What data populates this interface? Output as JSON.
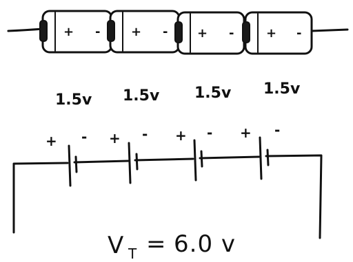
{
  "cells": [
    {
      "plus": "+",
      "minus": "-",
      "voltage": "1.5v"
    },
    {
      "plus": "+",
      "minus": "-",
      "voltage": "1.5v"
    },
    {
      "plus": "+",
      "minus": "-",
      "voltage": "1.5v"
    },
    {
      "plus": "+",
      "minus": "-",
      "voltage": "1.5v"
    }
  ],
  "schematic": {
    "poles": [
      {
        "plus": "+",
        "minus": "-"
      },
      {
        "plus": "+",
        "minus": "-"
      },
      {
        "plus": "+",
        "minus": "-"
      },
      {
        "plus": "+",
        "minus": "-"
      }
    ],
    "total": {
      "symbol": "V",
      "subscript": "T",
      "equals": "=",
      "value": "6.0 v"
    }
  }
}
